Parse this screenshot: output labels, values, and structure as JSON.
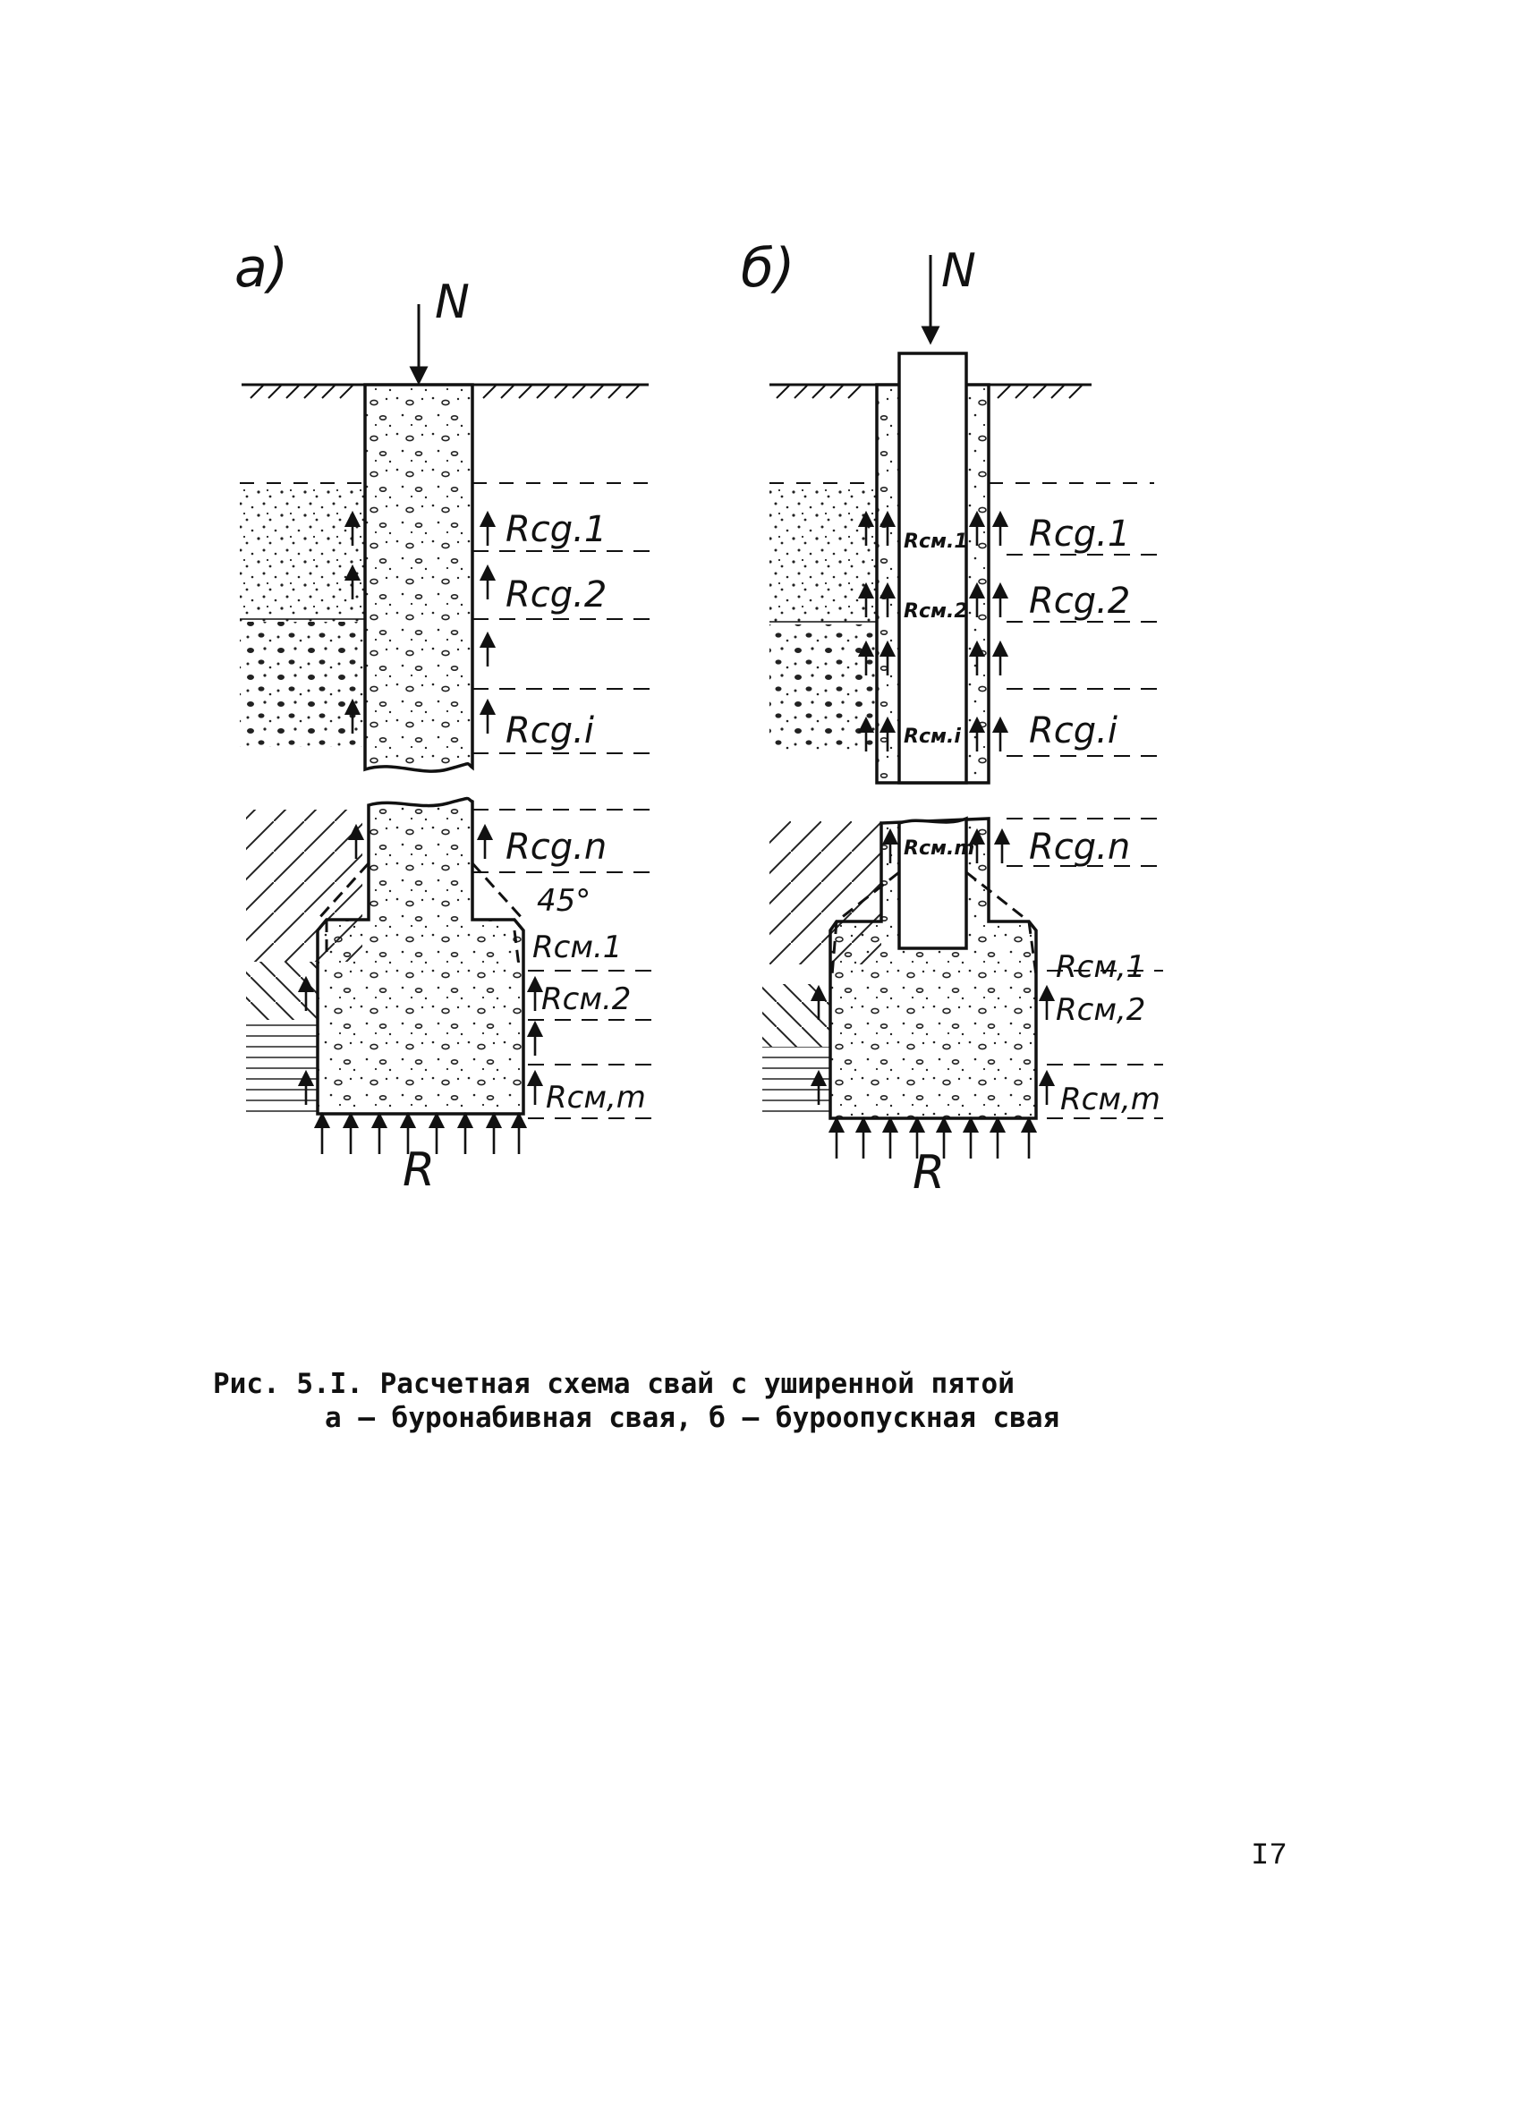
{
  "figure": {
    "panel_a": {
      "label": "а)",
      "load_label": "N",
      "reaction_label": "R",
      "angle_label": "45°",
      "shaft_labels": [
        "Rcg.1",
        "Rcg.2",
        "Rcg.i",
        "Rcg.n"
      ],
      "base_labels": [
        "Rcм.1",
        "Rcм.2",
        "Rcм,m"
      ]
    },
    "panel_b": {
      "label": "б)",
      "load_label": "N",
      "reaction_label": "R",
      "inner_labels": [
        "Rcм.1",
        "Rcм.2",
        "Rcм.i",
        "Rcм.m"
      ],
      "shaft_labels": [
        "Rcg.1",
        "Rcg.2",
        "Rcg.i",
        "Rcg.n"
      ],
      "base_labels": [
        "Rcм,1",
        "Rcм,2",
        "Rcм,m"
      ]
    }
  },
  "caption": {
    "line1": "Рис. 5.I. Расчетная схема свай с уширенной пятой",
    "line2": "а – буронабивная свая, б – буроопускная свая"
  },
  "page_number": "I7"
}
